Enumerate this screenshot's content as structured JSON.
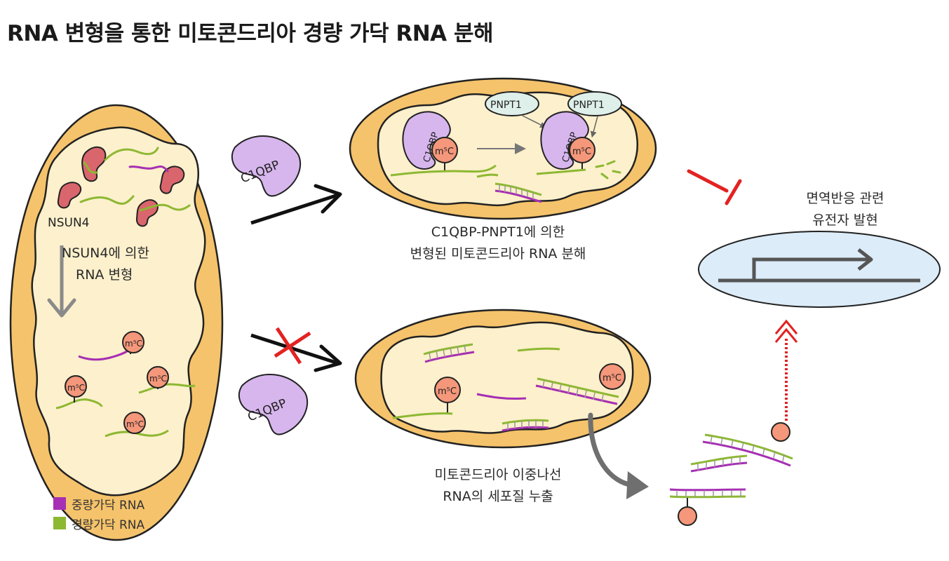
{
  "title": "RNA 변형을 통한 미토콘드리아 경량 가닥 RNA 분해",
  "labels": {
    "nsun4": "NSUN4",
    "nsun4_mod_line1": "NSUN4에 의한",
    "nsun4_mod_line2": "RNA 변형",
    "c1qbp": "C1QBP",
    "pnpt1": "PNPT1",
    "m5c": "m⁵C",
    "degradation_line1": "C1QBP-PNPT1에 의한",
    "degradation_line2": "변형된 미토콘드리아 RNA 분해",
    "immune_line1": "면역반응 관련",
    "immune_line2": "유전자 발현",
    "leak_line1": "미토콘드리아 이중나선",
    "leak_line2": "RNA의 세포질 누출"
  },
  "legend": [
    {
      "label": "중량가닥 RNA",
      "color": "#a62fb3"
    },
    {
      "label": "경량가닥 RNA",
      "color": "#8db832"
    }
  ],
  "colors": {
    "membrane": "#f5c36b",
    "matrix": "#fdf0cc",
    "heavy_strand": "#a62fb3",
    "light_strand": "#8db832",
    "m5c": "#f5977a",
    "c1qbp": "#d7b6ee",
    "pnpt1": "#dff0ea",
    "nsun4": "#d9666c",
    "inhibit": "#e32222",
    "nucleus": "#dcecf8"
  }
}
